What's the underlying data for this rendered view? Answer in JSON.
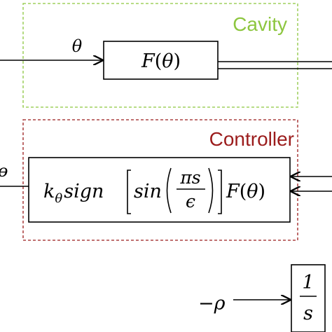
{
  "groups": {
    "cavity": {
      "label": "Cavity",
      "color": "#8dc63f"
    },
    "controller": {
      "label": "Controller",
      "color": "#9b1c1c"
    }
  },
  "signals": {
    "theta_in": "θ",
    "rho_in": "−ρ",
    "left_cut": "ɵ"
  },
  "blocks": {
    "cavity_block": {
      "fn": "F",
      "open": "(",
      "arg": "θ",
      "close": ")"
    },
    "controller_block": {
      "k": "k",
      "k_sub": "θ",
      "sign": "sign",
      "sin": "sin",
      "pi_s": "πs",
      "eps": "ϵ",
      "fn": "F",
      "open": "(",
      "arg": "θ",
      "close": ")"
    },
    "integrator_block": {
      "num": "1",
      "den": "s"
    }
  }
}
